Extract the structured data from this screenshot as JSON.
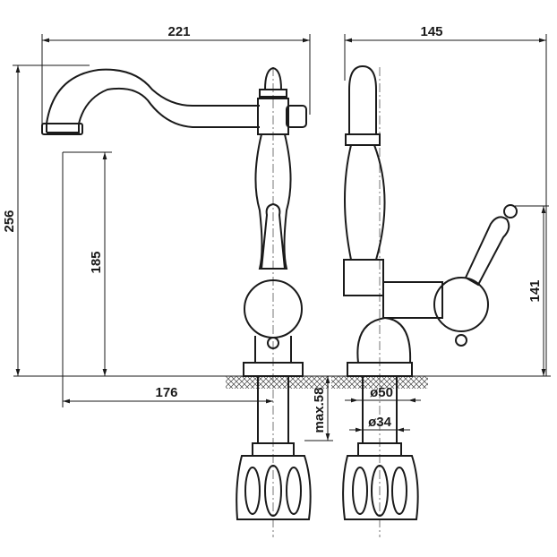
{
  "dimensions": {
    "spout_reach_total": "221",
    "side_depth": "145",
    "total_height": "256",
    "spout_height": "185",
    "handle_height": "141",
    "spout_projection": "176",
    "max_deck_thickness": "max.58",
    "base_diameter": "ø50",
    "shank_diameter": "ø34"
  }
}
